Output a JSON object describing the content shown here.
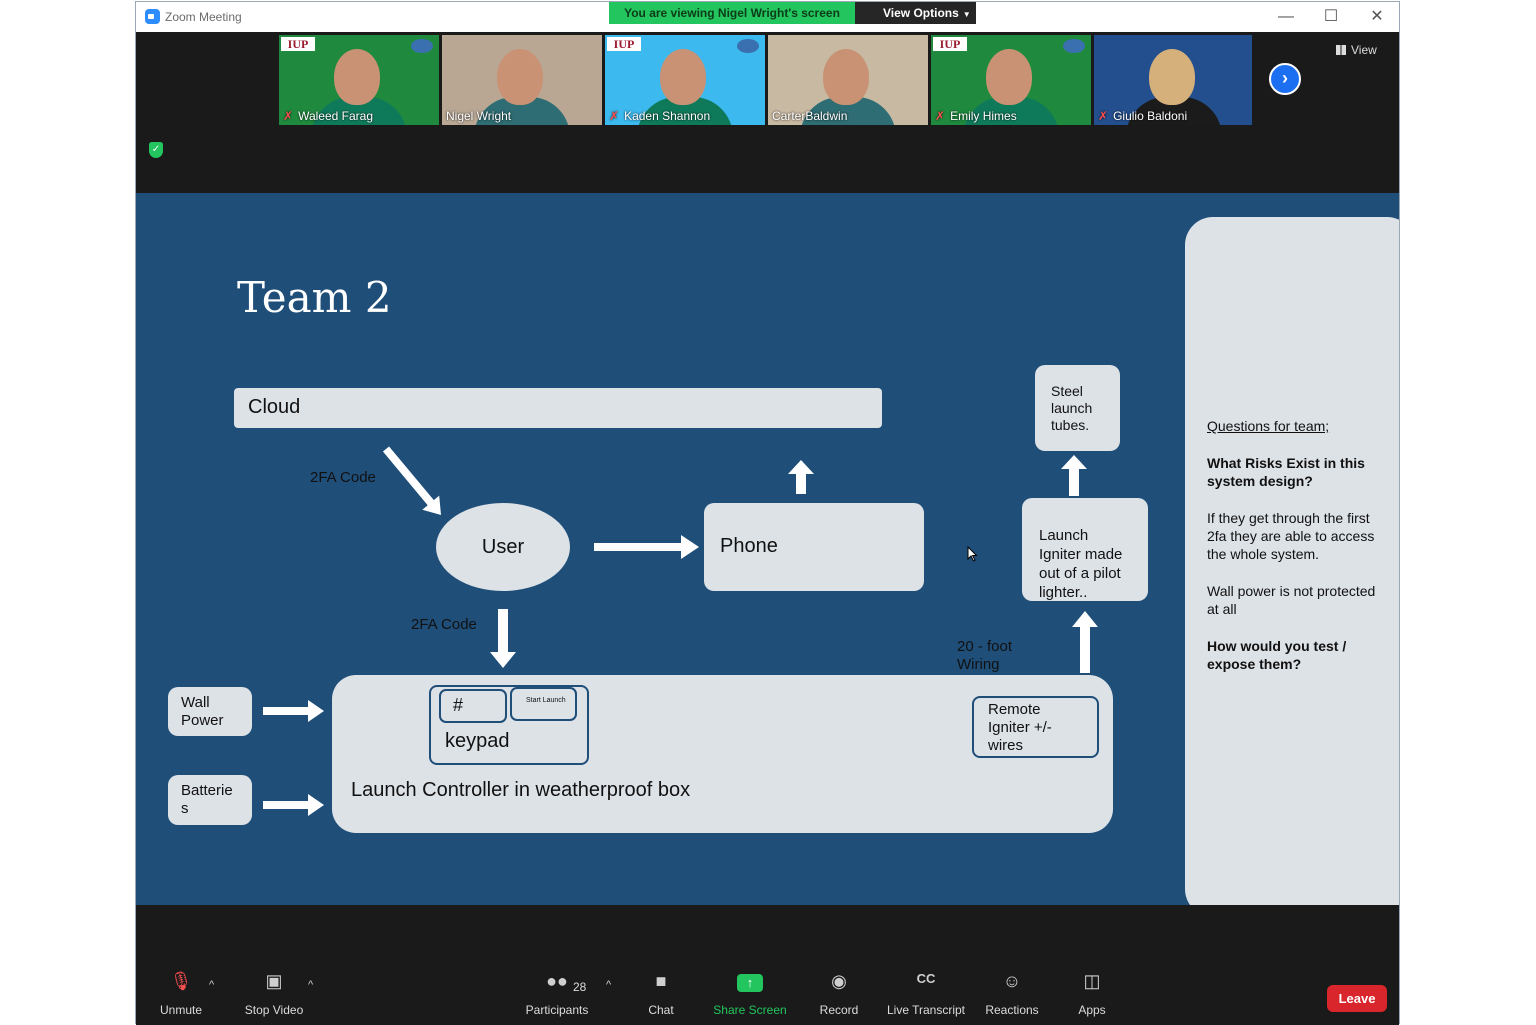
{
  "window": {
    "title": "Zoom Meeting",
    "banner": "You are viewing Nigel Wright's screen",
    "view_options": "View Options",
    "view_button": "View"
  },
  "participants": [
    {
      "name": "Waleed Farag",
      "muted": true,
      "bg": "#1f8a3e"
    },
    {
      "name": "Nigel Wright",
      "muted": false,
      "bg": "#b9a794"
    },
    {
      "name": "Kaden Shannon",
      "muted": true,
      "bg": "#3cb9ee"
    },
    {
      "name": "CarterBaldwin",
      "muted": false,
      "bg": "#c8b9a2"
    },
    {
      "name": "Emily Himes",
      "muted": true,
      "bg": "#1f8a3e"
    },
    {
      "name": "Giulio Baldoni",
      "muted": true,
      "bg": "#244f8e"
    }
  ],
  "tile_logo": "IUP",
  "slide": {
    "title": "Team 2",
    "cloud": "Cloud",
    "user": "User",
    "phone": "Phone",
    "steel": "Steel launch tubes.",
    "launch_igniter": "Launch Igniter made out of a pilot lighter..",
    "code1": "2FA Code",
    "code2": "2FA Code",
    "wiring": "20 - foot Wiring",
    "wall": "Wall Power",
    "batteries": "Batterie s",
    "keypad_hash": "#",
    "keypad_start": "Start Launch",
    "keypad_label": "keypad",
    "remote": "Remote Igniter +/- wires",
    "controller": "Launch Controller in weatherproof box",
    "questions_heading": "Questions for team;",
    "q1": "What Risks Exist in this system design?",
    "a1": "If they get through the first 2fa they are able to access the whole system.",
    "a2": "Wall power is not protected at all",
    "q2": "How would you test / expose them?"
  },
  "toolbar": {
    "unmute": "Unmute",
    "stop_video": "Stop Video",
    "participants": "Participants",
    "participant_count": "28",
    "chat": "Chat",
    "share_screen": "Share Screen",
    "record": "Record",
    "live_transcript": "Live Transcript",
    "reactions": "Reactions",
    "apps": "Apps",
    "leave": "Leave"
  }
}
